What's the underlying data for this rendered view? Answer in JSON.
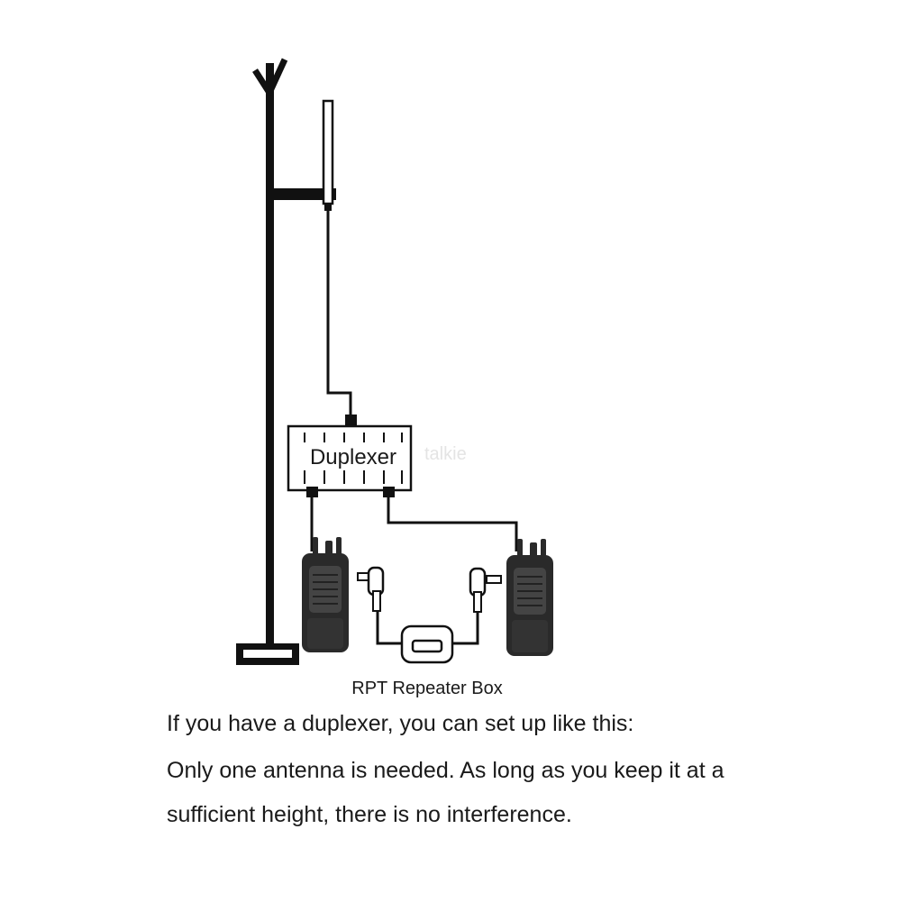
{
  "diagram": {
    "duplexer_label": "Duplexer",
    "repeater_box_label": "RPT Repeater Box",
    "watermark": "talkie"
  },
  "caption": {
    "line1": "If you have a duplexer, you can set up like this:",
    "line2": "Only one antenna is needed. As long as you keep it at a",
    "line3": "sufficient height, there is no interference."
  },
  "colors": {
    "ink": "#111111",
    "radio_body": "#2a2a2a",
    "background": "#ffffff"
  }
}
